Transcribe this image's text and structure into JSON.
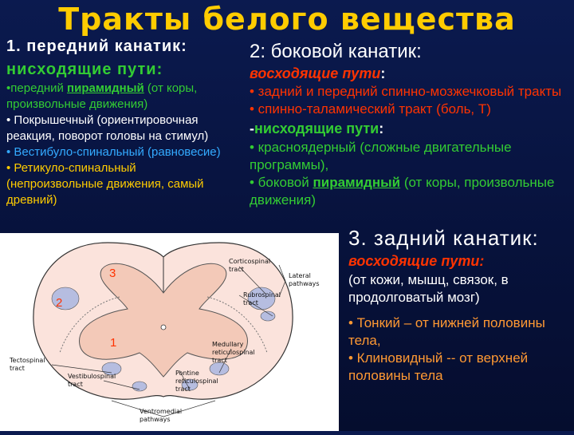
{
  "title": "Тракты белого вещества",
  "left": {
    "heading": "1. передний канатик:",
    "sub": "нисходящие пути:",
    "item1_bullet": "•",
    "item1_pre": "передний ",
    "item1_link": "пирамидный",
    "item1_post": " (от коры, произвольные движения)",
    "item2": "• Покрышечный (ориентировочная реакция, поворот головы на стимул)",
    "item3": "• Вестибуло-спинальный (равновесие)",
    "item4": "• Ретикуло-спинальный (непроизвольные движения, самый древний)"
  },
  "middle": {
    "heading": "2: боковой канатик:",
    "sub_red": "восходящие пути",
    "sub_red_colon": ":",
    "item1": "• задний и передний спинно-мозжечковый тракты",
    "item2": "• спинно-таламический тракт (боль, Т)",
    "sub2_dash": "-",
    "sub2": "нисходящие пути",
    "sub2_colon": ":",
    "item3": "• красноядерный (сложные двигательные программы),",
    "item4_pre": "• боковой ",
    "item4_link": "пирамидный",
    "item4_post": " (от коры, произвольные движения)"
  },
  "right": {
    "heading": "3. задний канатик:",
    "sub_red": "восходящие пути:",
    "desc": "(от кожи, мышц, связок, в продолговатый мозг)",
    "item1": "• Тонкий – от нижней половины тела,",
    "item2": "• Клиновидный -- от верхней половины тела"
  },
  "diagram": {
    "labels": {
      "corticospinal": "Corticospinal",
      "corticospinal2": "tract",
      "lateral": "Lateral",
      "lateral2": "pathways",
      "rubrospinal": "Rubrospinal",
      "rubrospinal2": "tract",
      "medullary": "Medullary",
      "medullary2": "reticulospinal",
      "medullary3": "tract",
      "pontine": "Pontine",
      "pontine2": "reticulospinal",
      "pontine3": "tract",
      "tectospinal": "Tectospinal",
      "tectospinal2": "tract",
      "vestibulospinal": "Vestibulospinal",
      "vestibulospinal2": "tract",
      "ventromedial": "Ventromedial",
      "ventromedial2": "pathways"
    },
    "numbers": {
      "n1": "1",
      "n2": "2",
      "n3": "3"
    }
  },
  "colors": {
    "title": "#ffcc00",
    "green": "#33cc33",
    "red": "#ff3300",
    "cyan": "#33aaff",
    "yellow": "#ffcc00",
    "background": "#0b1a4f"
  }
}
